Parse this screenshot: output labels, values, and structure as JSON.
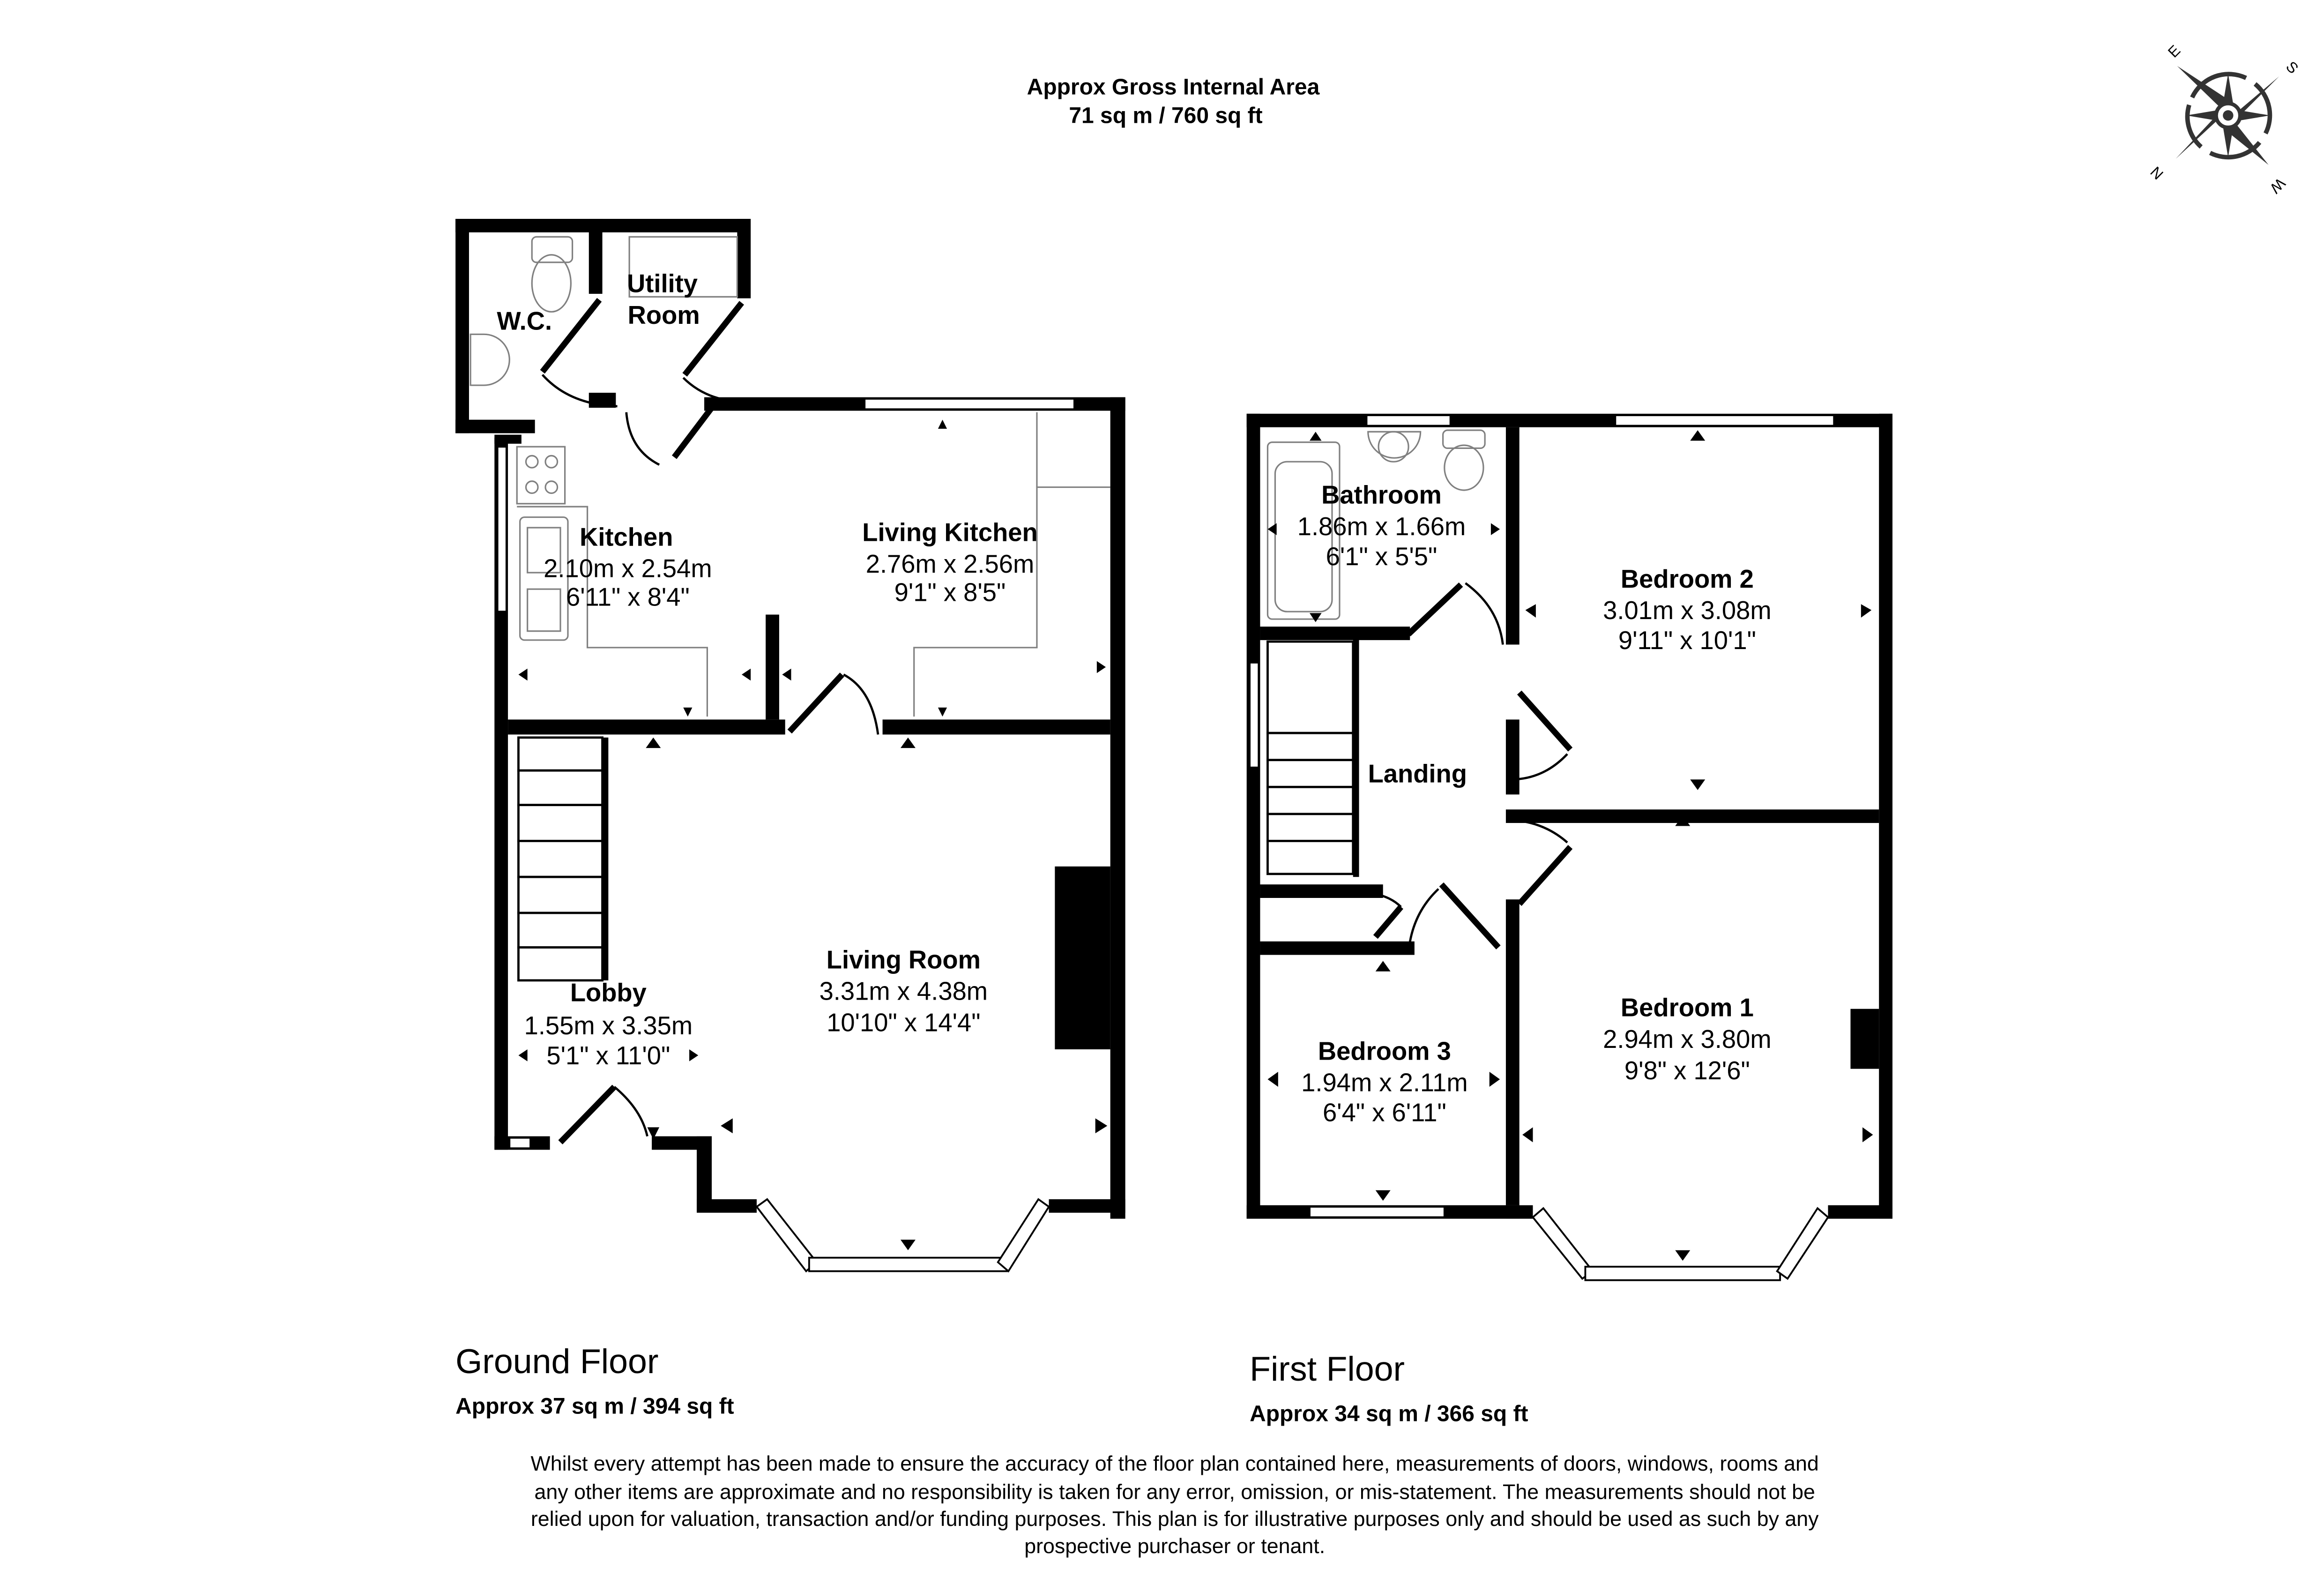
{
  "header": {
    "title": "Approx Gross Internal Area",
    "area": "71 sq m / 760 sq ft"
  },
  "compass": {
    "icon": "compass-rose-icon",
    "labels": {
      "n": "N",
      "e": "E",
      "s": "S",
      "w": "W"
    },
    "color": "#333333"
  },
  "ground_floor": {
    "label": "Ground Floor",
    "area": "Approx 37 sq m / 394 sq ft",
    "rooms": [
      {
        "name": "W.C.",
        "metric": "",
        "imperial": ""
      },
      {
        "name": "Utility",
        "name2": "Room",
        "metric": "",
        "imperial": ""
      },
      {
        "name": "Kitchen",
        "metric": "2.10m x 2.54m",
        "imperial": "6'11\" x 8'4\""
      },
      {
        "name": "Living Kitchen",
        "metric": "2.76m x 2.56m",
        "imperial": "9'1\" x 8'5\""
      },
      {
        "name": "Lobby",
        "metric": "1.55m x 3.35m",
        "imperial": "5'1\" x 11'0\""
      },
      {
        "name": "Living Room",
        "metric": "3.31m x 4.38m",
        "imperial": "10'10\" x 14'4\""
      }
    ]
  },
  "first_floor": {
    "label": "First Floor",
    "area": "Approx 34 sq m / 366 sq ft",
    "rooms": [
      {
        "name": "Bathroom",
        "metric": "1.86m x 1.66m",
        "imperial": "6'1\" x 5'5\""
      },
      {
        "name": "Bedroom 2",
        "metric": "3.01m x 3.08m",
        "imperial": "9'11\" x 10'1\""
      },
      {
        "name": "Landing",
        "metric": "",
        "imperial": ""
      },
      {
        "name": "Bedroom 3",
        "metric": "1.94m x 2.11m",
        "imperial": "6'4\" x 6'11\""
      },
      {
        "name": "Bedroom 1",
        "metric": "2.94m x 3.80m",
        "imperial": "9'8\" x 12'6\""
      }
    ]
  },
  "disclaimer": {
    "line1": "Whilst every attempt has been made to ensure the accuracy of the floor plan contained here, measurements of doors, windows, rooms and",
    "line2": "any other items are approximate and no responsibility is taken for any error, omission, or mis-statement. The measurements should not be",
    "line3": "relied upon for valuation, transaction and/or funding purposes. This plan is for illustrative purposes only and should be used as such by any",
    "line4": "prospective purchaser or tenant."
  }
}
